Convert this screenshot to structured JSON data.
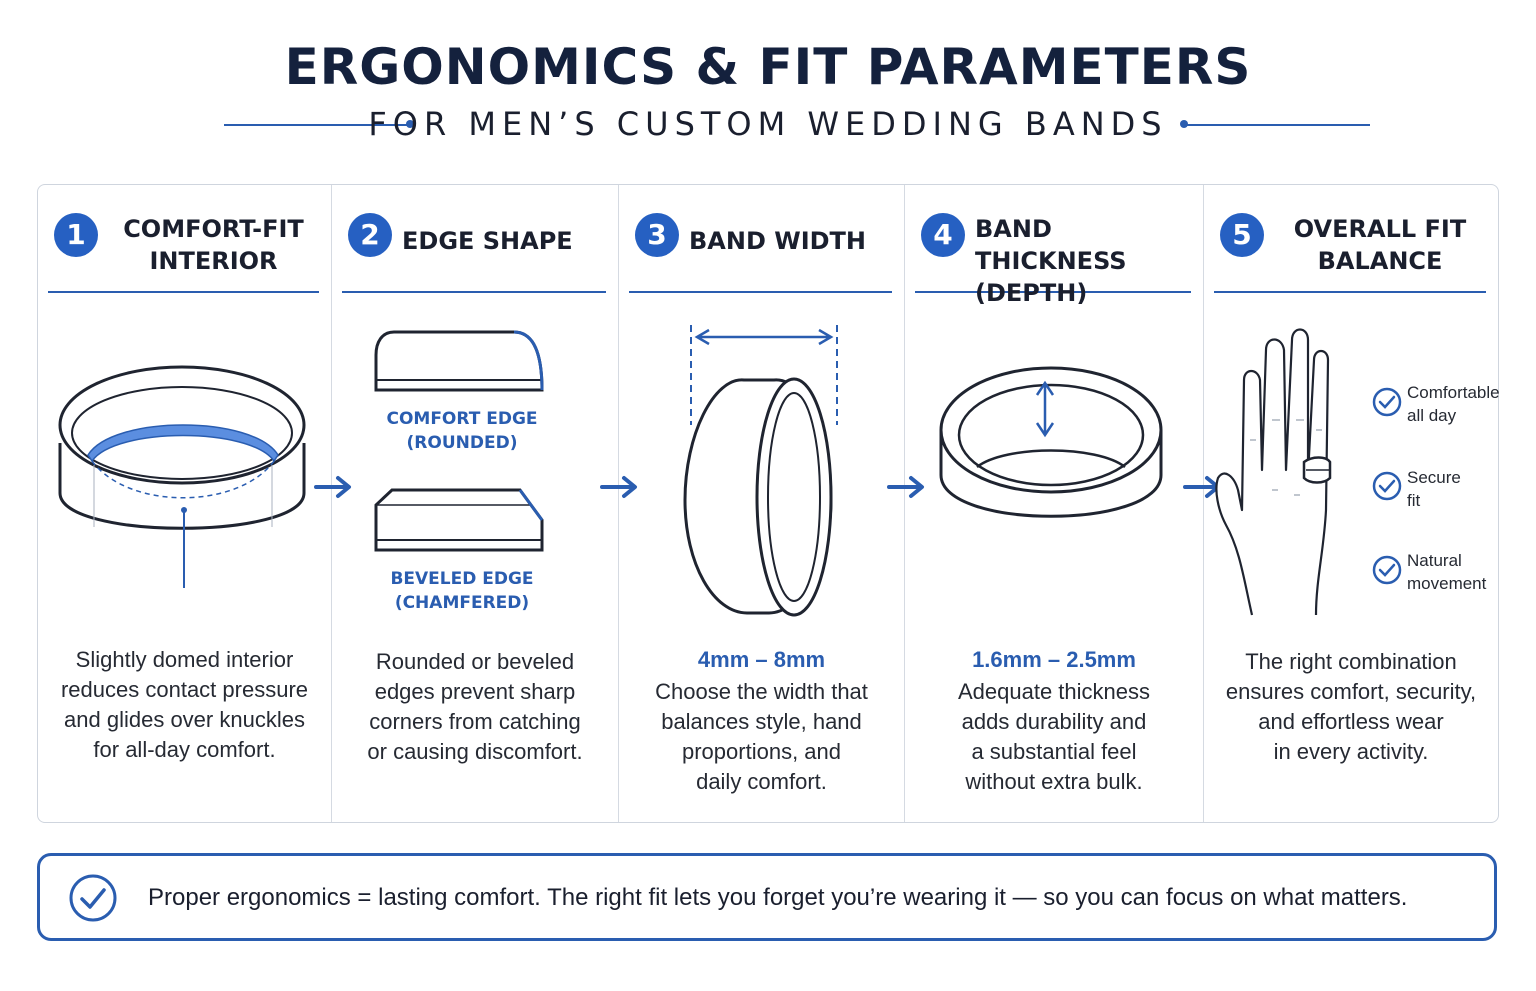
{
  "header": {
    "title": "ERGONOMICS & FIT PARAMETERS",
    "subtitle": "FOR MEN’S CUSTOM WEDDING BANDS"
  },
  "colors": {
    "accent": "#2a5db0",
    "badge": "#2660c2",
    "title": "#14213d"
  },
  "columns": [
    {
      "number": "1",
      "title": "COMFORT-FIT\nINTERIOR",
      "description": "Slightly domed interior\nreduces contact pressure\nand glides over knuckles\nfor all-day comfort."
    },
    {
      "number": "2",
      "title": "EDGE SHAPE",
      "edges": [
        {
          "label": "COMFORT EDGE\n(ROUNDED)"
        },
        {
          "label": "BEVELED EDGE\n(CHAMFERED)"
        }
      ],
      "description": "Rounded or beveled\nedges prevent sharp\ncorners from catching\nor causing discomfort."
    },
    {
      "number": "3",
      "title": "BAND WIDTH",
      "spec": "4mm – 8mm",
      "description": "Choose the width that\nbalances style, hand\nproportions, and\ndaily comfort."
    },
    {
      "number": "4",
      "title": "BAND THICKNESS\n(DEPTH)",
      "spec": "1.6mm – 2.5mm",
      "description": "Adequate thickness\nadds durability and\na substantial feel\nwithout extra bulk."
    },
    {
      "number": "5",
      "title": "OVERALL FIT\nBALANCE",
      "checks": [
        "Comfortable\nall day",
        "Secure\nfit",
        "Natural\nmovement"
      ],
      "description": "The right combination\nensures comfort, security,\nand effortless wear\nin every activity."
    }
  ],
  "footer": {
    "text": "Proper ergonomics = lasting comfort. The right fit lets you forget you’re wearing it — so you can focus on what matters."
  }
}
